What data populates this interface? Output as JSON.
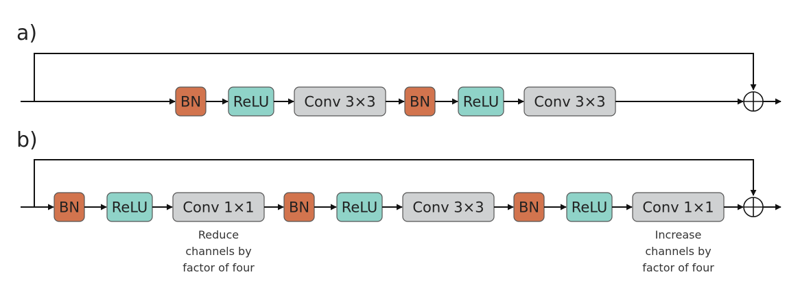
{
  "panels": [
    {
      "id": "a",
      "label": "a)",
      "blocks": [
        "BN",
        "ReLU",
        "Conv 3×3",
        "BN",
        "ReLU",
        "Conv 3×3"
      ],
      "notes": []
    },
    {
      "id": "b",
      "label": "b)",
      "blocks": [
        "BN",
        "ReLU",
        "Conv 1×1",
        "BN",
        "ReLU",
        "Conv 3×3",
        "BN",
        "ReLU",
        "Conv 1×1"
      ],
      "notes": [
        {
          "block_index": 2,
          "lines": [
            "Reduce",
            "channels by",
            "factor of four"
          ]
        },
        {
          "block_index": 8,
          "lines": [
            "Increase",
            "channels by",
            "factor of four"
          ]
        }
      ]
    }
  ],
  "block_colors": {
    "BN": "#d2744e",
    "ReLU": "#8fd3c8",
    "Conv": "#cfd1d2"
  }
}
